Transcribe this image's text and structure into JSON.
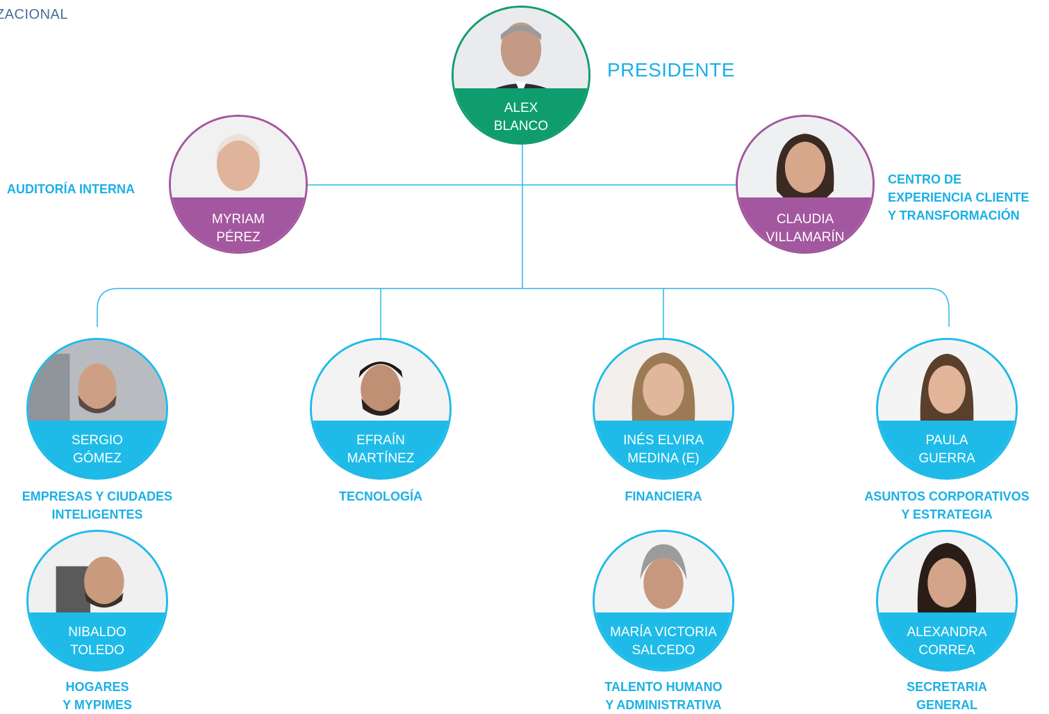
{
  "header": {
    "title": "ZACIONAL"
  },
  "colors": {
    "president": "#0f9d6e",
    "staff": "#a3579e",
    "executive": "#1ebbe8",
    "role_text": "#1ab0e6",
    "line": "#29b6e8"
  },
  "president": {
    "name_line1": "ALEX",
    "name_line2": "BLANCO",
    "role": "PRESIDENTE"
  },
  "staff": [
    {
      "name_line1": "MYRIAM",
      "name_line2": "PÉREZ",
      "role": "AUDITORÍA INTERNA"
    },
    {
      "name_line1": "CLAUDIA",
      "name_line2": "VILLAMARÍN",
      "role_line1": "CENTRO DE",
      "role_line2": "EXPERIENCIA CLIENTE",
      "role_line3": "Y TRANSFORMACIÓN"
    }
  ],
  "executives": [
    {
      "name_line1": "SERGIO",
      "name_line2": "GÓMEZ",
      "role_line1": "EMPRESAS Y CIUDADES",
      "role_line2": "INTELIGENTES"
    },
    {
      "name_line1": "EFRAÍN",
      "name_line2": "MARTÍNEZ",
      "role_line1": "TECNOLOGÍA"
    },
    {
      "name_line1": "INÉS ELVIRA",
      "name_line2": "MEDINA (E)",
      "role_line1": "FINANCIERA"
    },
    {
      "name_line1": "PAULA",
      "name_line2": "GUERRA",
      "role_line1": "ASUNTOS CORPORATIVOS",
      "role_line2": "Y ESTRATEGIA"
    }
  ],
  "sub_executives": [
    {
      "name_line1": "NIBALDO",
      "name_line2": "TOLEDO",
      "role_line1": "HOGARES",
      "role_line2": "Y MYPIMES"
    },
    {
      "name_line1": "MARÍA VICTORIA",
      "name_line2": "SALCEDO",
      "role_line1": "TALENTO HUMANO",
      "role_line2": "Y ADMINISTRATIVA"
    },
    {
      "name_line1": "ALEXANDRA",
      "name_line2": "CORREA",
      "role_line1": "SECRETARIA",
      "role_line2": "GENERAL"
    }
  ]
}
